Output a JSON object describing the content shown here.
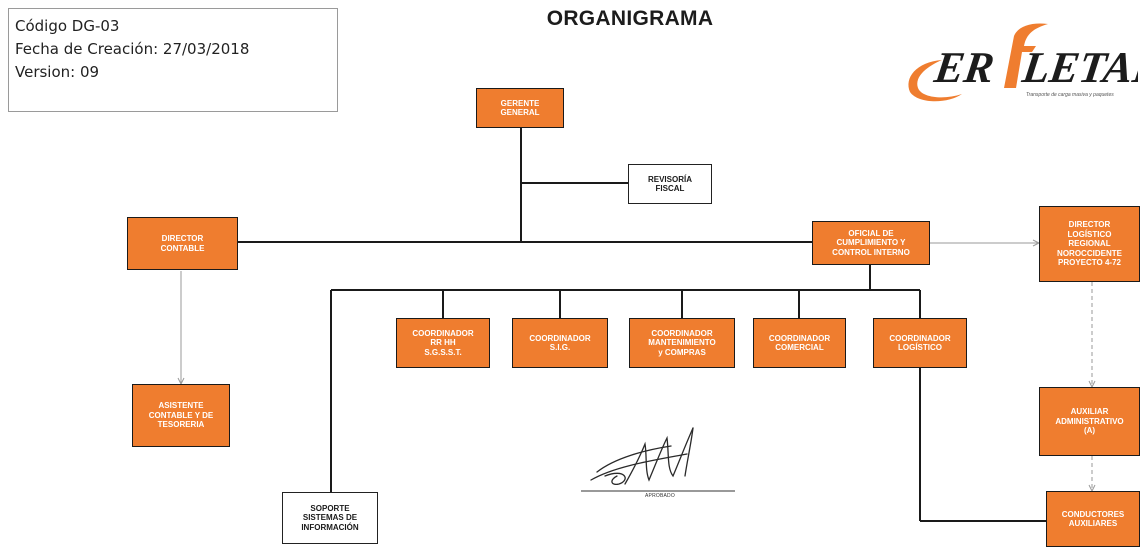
{
  "info": {
    "code": "Código DG-03",
    "creation_date": "Fecha de Creación: 27/03/2018",
    "version": "Version: 09"
  },
  "title": "ORGANIGRAMA",
  "logo": {
    "brand_left": "ER",
    "brand_right": "LETAR",
    "tagline": "Transporte de carga masiva y paquetes",
    "colors": {
      "orange": "#ef7d2f",
      "dark": "#1c1c1c"
    }
  },
  "nodes": {
    "gerente": [
      "GERENTE",
      "GENERAL"
    ],
    "revisoria": [
      "REVISORÍA",
      "FISCAL"
    ],
    "director_contable": [
      "DIRECTOR",
      "CONTABLE"
    ],
    "oficial": [
      "OFICIAL DE",
      "CUMPLIMIENTO Y",
      "CONTROL INTERNO"
    ],
    "director_logistico": [
      "DIRECTOR",
      "LOGÍSTICO",
      "REGIONAL",
      "NOROCCIDENTE",
      "PROYECTO 4-72"
    ],
    "coord_rrhh": [
      "COORDINADOR",
      "RR HH",
      "S.G.S.S.T."
    ],
    "coord_sig": [
      "COORDINADOR",
      "S.I.G."
    ],
    "coord_mant": [
      "COORDINADOR",
      "MANTENIMIENTO",
      "y COMPRAS"
    ],
    "coord_com": [
      "COORDINADOR",
      "COMERCIAL"
    ],
    "coord_log": [
      "COORDINADOR",
      "LOGÍSTICO"
    ],
    "asistente": [
      "ASISTENTE",
      "CONTABLE Y DE",
      "TESORERIA"
    ],
    "auxiliar": [
      "AUXILIAR",
      "ADMINISTRATIVO",
      "(A)"
    ],
    "soporte": [
      "SOPORTE",
      "SISTEMAS DE",
      "INFORMACIÓN"
    ],
    "conductores": [
      "CONDUCTORES",
      "AUXILIARES"
    ]
  },
  "signature_label": "APROBADO",
  "colors": {
    "node_fill": "#ef7d2f",
    "line": "#1a1a1a"
  }
}
